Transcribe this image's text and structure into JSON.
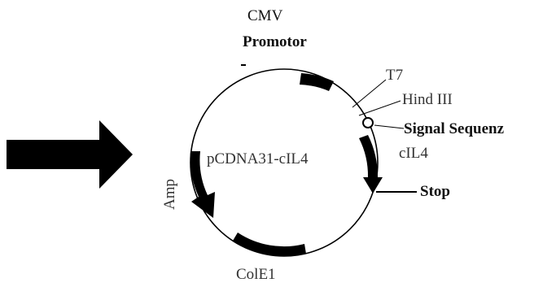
{
  "plasmid": {
    "name": "pCDNA31-cIL4",
    "features": {
      "cmv": "CMV",
      "promotor": "Promotor",
      "t7": "T7",
      "hind3": "Hind III",
      "signal": "Signal Sequenz",
      "il4": "cIL4",
      "stop": "Stop",
      "amp": "Amp",
      "cole1": "ColE1"
    }
  },
  "colors": {
    "ink": "#000000",
    "background": "#ffffff"
  }
}
